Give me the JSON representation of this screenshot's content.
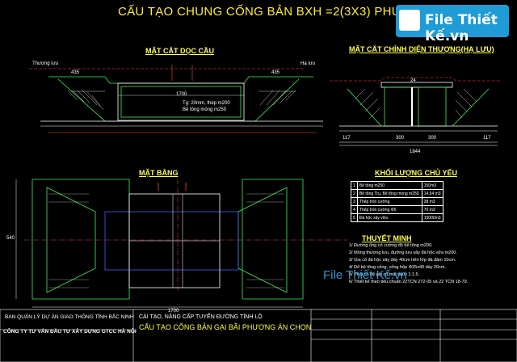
{
  "drawing": {
    "title": "CẤU TẠO CHUNG CỐNG BẢN BXH =2(3X3) PHƯƠNG ÁN CHỌN",
    "sections": {
      "longitudinal": "MẶT CẮT DỌC CẦU",
      "front": "MẶT CẮT CHÍNH DIỆN THƯỢNG(HẠ LƯU)",
      "plan": "MẶT BẰNG",
      "quantities": "KHỐI LƯỢNG CHỦ YẾU",
      "notes": "THUYẾT MINH"
    },
    "labels": {
      "upstream": "Thượng lưu",
      "downstream": "Hạ lưu",
      "dim_1700": "1700",
      "dim_1844": "1844",
      "dim_117": "117",
      "dim_300": "300",
      "dim_435": "435",
      "dim_24": "24",
      "plan_1700": "1700",
      "plan_540": "540",
      "elev_1": "Tg: 20mm, thép m200",
      "elev_2": "Bê tông móng m250"
    },
    "quantities": [
      {
        "no": "1",
        "item": "Bê tông m250",
        "value": "150m3"
      },
      {
        "no": "2",
        "item": "Bê tông Trụ, Bê tông móng m250",
        "value": "14.54 m3"
      },
      {
        "no": "3",
        "item": "Thép tròn cường",
        "value": "38 m3"
      },
      {
        "no": "4",
        "item": "Thép tròn cường Φ6",
        "value": "70 m3"
      },
      {
        "no": "5",
        "item": "Đá hộc xây vữa",
        "value": "15000m3"
      }
    ],
    "notes": [
      "1/ Đường ống có cường độ bê tông m200.",
      "2/ Móng thượng lưu, đường lưu xây đá hộc vữa m200.",
      "3/ Gia cố đá hộc xây dày 40cm trên lớp đá dăm 10cm.",
      "4/ Đổ bê tông cống, cống hộp Φ25x40 dày 20cm.",
      "5/ Phải có hệ gia cố mái taluy 1:1.5.",
      "6/ Thiết kế theo tiêu chuẩn 22TCN 272-05 và 22 TCN 18-79."
    ]
  },
  "watermark": {
    "logo_text": "File Thiết Kế.vn",
    "bottom_text": "File Thiết Kế.vn"
  },
  "title_block": {
    "owner": "BAN QUẢN LÝ DỰ ÁN GIAO THÔNG TỈNH BẮC NINH",
    "consultant": "CÔNG TY TƯ VẤN ĐẦU TƯ XÂY DỰNG GTCC HÀ NỘI",
    "project": "CẢI TẠO, NÂNG CẤP TUYẾN ĐƯỜNG TỈNH LỘ",
    "drawing_name": "CẤU TẠO CỐNG BẢN GẠI BÃI PHƯƠNG ÁN CHỌN"
  },
  "colors": {
    "background": "#000000",
    "title": "#ffee33",
    "structure": "#3df05a",
    "dimension": "#ffffff",
    "accent": "#ff4040"
  }
}
